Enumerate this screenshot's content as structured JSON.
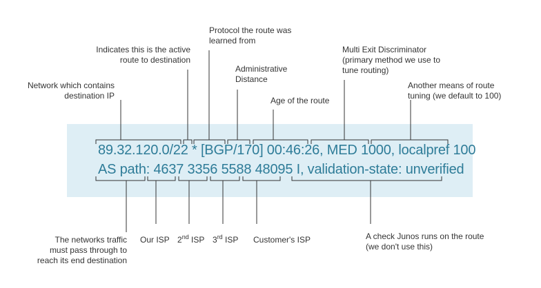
{
  "route": {
    "line1": "89.32.120.0/22 * [BGP/170] 00:46:26, MED 1000, localpref 100",
    "line2": "AS path: 4637 3356 5588 48095 I, validation-state: unverified"
  },
  "labels": {
    "network": [
      "Network which contains",
      "destination IP"
    ],
    "active": [
      "Indicates this is the active",
      "route to destination"
    ],
    "protocol": [
      "Protocol the route was",
      "learned from"
    ],
    "admin_distance": [
      "Administrative",
      "Distance"
    ],
    "age": "Age of the route",
    "med": [
      "Multi Exit Discriminator",
      "(primary method we use to",
      "tune routing)"
    ],
    "localpref": [
      "Another means of route",
      "tuning (we default to 100)"
    ],
    "as_path": [
      "The networks traffic",
      "must pass through to",
      "reach its end destination"
    ],
    "our_isp": "Our ISP",
    "second_isp": {
      "num": "2",
      "sup": "nd",
      "text": " ISP"
    },
    "third_isp": {
      "num": "3",
      "sup": "rd",
      "text": " ISP"
    },
    "customer_isp": "Customer's ISP",
    "validation": [
      "A check Junos runs on the route",
      "(we don't use this)"
    ]
  }
}
